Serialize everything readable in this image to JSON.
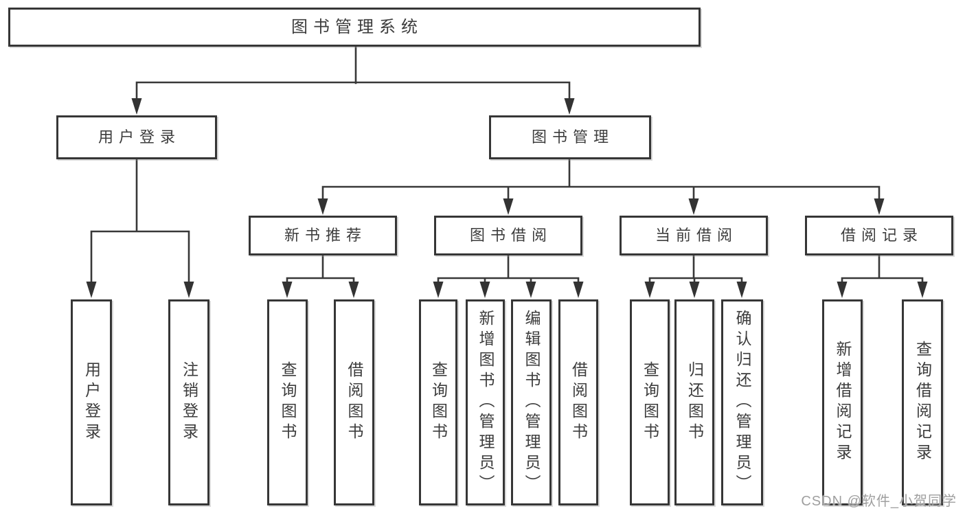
{
  "diagram": {
    "root": {
      "label": "图书管理系统"
    },
    "branches": [
      {
        "label": "用户登录",
        "children": [
          {
            "label": "用户登录"
          },
          {
            "label": "注销登录"
          }
        ]
      },
      {
        "label": "图书管理",
        "children": [
          {
            "label": "新书推荐",
            "children": [
              {
                "label": "查询图书"
              },
              {
                "label": "借阅图书"
              }
            ]
          },
          {
            "label": "图书借阅",
            "children": [
              {
                "label": "查询图书"
              },
              {
                "label": "新增图书（管理员）"
              },
              {
                "label": "编辑图书（管理员）"
              },
              {
                "label": "借阅图书"
              }
            ]
          },
          {
            "label": "当前借阅",
            "children": [
              {
                "label": "查询图书"
              },
              {
                "label": "归还图书"
              },
              {
                "label": "确认归还（管理员）"
              }
            ]
          },
          {
            "label": "借阅记录",
            "children": [
              {
                "label": "新增借阅记录"
              },
              {
                "label": "查询借阅记录"
              }
            ]
          }
        ]
      }
    ],
    "style": {
      "line_color": "#383838",
      "border_color": "#363636",
      "text_color": "#3c3c3c",
      "watermark_color": "#9a9a9a"
    }
  },
  "watermark": {
    "text": "CSDN @软件_小贺同学"
  }
}
